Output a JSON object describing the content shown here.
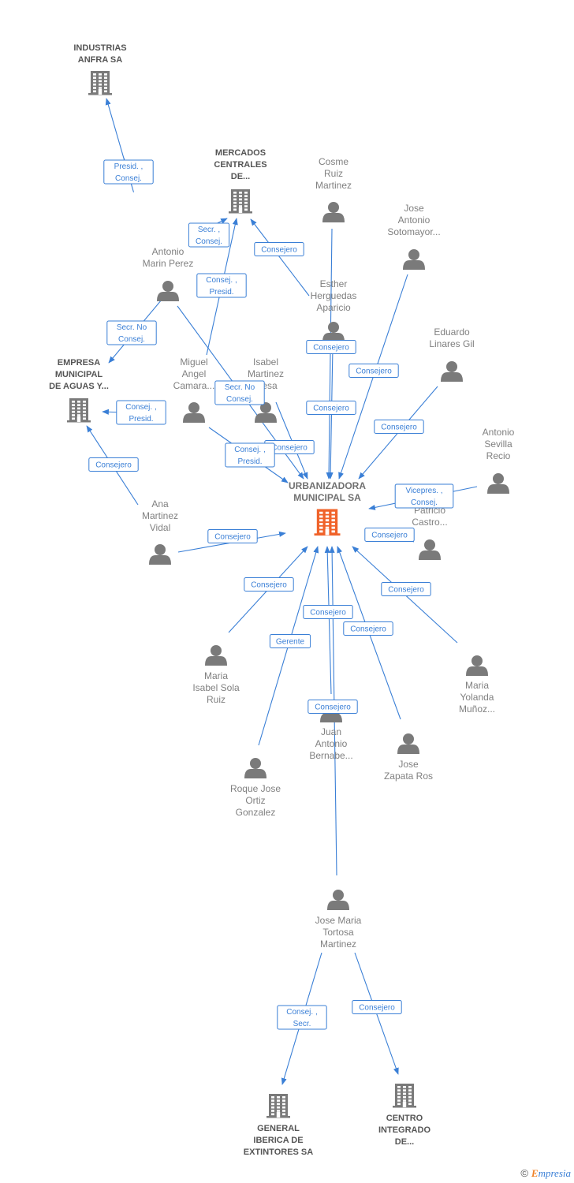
{
  "nodes": [
    {
      "id": "anfra",
      "type": "company",
      "label": [
        "INDUSTRIAS",
        "ANFRA SA"
      ]
    },
    {
      "id": "mercados",
      "type": "company",
      "label": [
        "MERCADOS",
        "CENTRALES",
        "DE..."
      ]
    },
    {
      "id": "empresa_aguas",
      "type": "company",
      "label": [
        "EMPRESA",
        "MUNICIPAL",
        "DE AGUAS Y..."
      ]
    },
    {
      "id": "urbanizadora",
      "type": "main",
      "label": [
        "URBANIZADORA",
        "MUNICIPAL SA"
      ]
    },
    {
      "id": "general_iberica",
      "type": "company",
      "label": [
        "GENERAL",
        "IBERICA DE",
        "EXTINTORES SA"
      ]
    },
    {
      "id": "centro",
      "type": "company",
      "label": [
        "CENTRO",
        "INTEGRADO",
        "DE..."
      ]
    },
    {
      "id": "cosme",
      "type": "person",
      "label": [
        "Cosme",
        "Ruiz",
        "Martinez"
      ]
    },
    {
      "id": "jose_antonio",
      "type": "person",
      "label": [
        "Jose",
        "Antonio",
        "Sotomayor..."
      ]
    },
    {
      "id": "antonio_marin",
      "type": "person",
      "label": [
        "Antonio",
        "Marin Perez"
      ]
    },
    {
      "id": "esther",
      "type": "person",
      "label": [
        "Esther",
        "Herguedas",
        "Aparicio"
      ]
    },
    {
      "id": "eduardo",
      "type": "person",
      "label": [
        "Eduardo",
        "Linares Gil"
      ]
    },
    {
      "id": "miguel",
      "type": "person",
      "label": [
        "Miguel",
        "Angel",
        "Camara..."
      ]
    },
    {
      "id": "isabel",
      "type": "person",
      "label": [
        "Isabel",
        "Martinez",
        "...esa"
      ]
    },
    {
      "id": "antonio_sevilla",
      "type": "person",
      "label": [
        "Antonio",
        "Sevilla",
        "Recio"
      ]
    },
    {
      "id": "patricio",
      "type": "person",
      "label": [
        "Patricio",
        "Castro..."
      ]
    },
    {
      "id": "ana",
      "type": "person",
      "label": [
        "Ana",
        "Martinez",
        "Vidal"
      ]
    },
    {
      "id": "maria_isabel",
      "type": "person",
      "label": [
        "Maria",
        "Isabel Sola",
        "Ruiz"
      ]
    },
    {
      "id": "maria_yolanda",
      "type": "person",
      "label": [
        "Maria",
        "Yolanda",
        "Muñoz..."
      ]
    },
    {
      "id": "juan_antonio",
      "type": "person",
      "label": [
        "Juan",
        "Antonio",
        "Bernabe..."
      ]
    },
    {
      "id": "jose_zapata",
      "type": "person",
      "label": [
        "Jose",
        "Zapata Ros"
      ]
    },
    {
      "id": "roque",
      "type": "person",
      "label": [
        "Roque Jose",
        "Ortiz",
        "Gonzalez"
      ]
    },
    {
      "id": "jose_maria",
      "type": "person",
      "label": [
        "Jose Maria",
        "Tortosa",
        "Martinez"
      ]
    }
  ],
  "edges": [
    {
      "from": "antonio_marin",
      "to": "anfra",
      "relation": [
        "Presid. ,",
        "Consej."
      ]
    },
    {
      "from": "antonio_marin",
      "to": "empresa_aguas",
      "relation": [
        "Secr.  No",
        "Consej."
      ]
    },
    {
      "from": "miguel",
      "to": "mercados",
      "relation": [
        "Consej. ,",
        "Presid."
      ]
    },
    {
      "from": "antonio_marin",
      "to": "mercados",
      "relation": [
        "Secr. ,",
        "Consej."
      ]
    },
    {
      "from": "esther",
      "to": "mercados",
      "relation": [
        "Consejero"
      ]
    },
    {
      "from": "miguel",
      "to": "empresa_aguas",
      "relation": [
        "Consej. ,",
        "Presid."
      ]
    },
    {
      "from": "ana",
      "to": "empresa_aguas",
      "relation": [
        "Consejero"
      ]
    },
    {
      "from": "cosme",
      "to": "urbanizadora",
      "relation": [
        "Consejero"
      ]
    },
    {
      "from": "esther",
      "to": "urbanizadora",
      "relation": [
        "Consejero"
      ]
    },
    {
      "from": "jose_antonio",
      "to": "urbanizadora",
      "relation": [
        "Consejero"
      ]
    },
    {
      "from": "eduardo",
      "to": "urbanizadora",
      "relation": [
        "Consejero"
      ]
    },
    {
      "from": "antonio_marin",
      "to": "urbanizadora",
      "relation": [
        "Secr.  No",
        "Consej."
      ]
    },
    {
      "from": "isabel",
      "to": "urbanizadora",
      "relation": [
        "Consejero"
      ]
    },
    {
      "from": "miguel",
      "to": "urbanizadora",
      "relation": [
        "Consej. ,",
        "Presid."
      ]
    },
    {
      "from": "antonio_sevilla",
      "to": "urbanizadora",
      "relation": [
        "Vicepres. ,",
        "Consej."
      ]
    },
    {
      "from": "patricio",
      "to": "urbanizadora",
      "relation": [
        "Consejero"
      ]
    },
    {
      "from": "ana",
      "to": "urbanizadora",
      "relation": [
        "Consejero"
      ]
    },
    {
      "from": "maria_isabel",
      "to": "urbanizadora",
      "relation": [
        "Consejero"
      ]
    },
    {
      "from": "maria_yolanda",
      "to": "urbanizadora",
      "relation": [
        "Consejero"
      ]
    },
    {
      "from": "roque",
      "to": "urbanizadora",
      "relation": [
        "Gerente"
      ]
    },
    {
      "from": "juan_antonio",
      "to": "urbanizadora",
      "relation": [
        "Consejero"
      ]
    },
    {
      "from": "jose_zapata",
      "to": "urbanizadora",
      "relation": [
        "Consejero"
      ]
    },
    {
      "from": "jose_maria",
      "to": "urbanizadora",
      "relation": [
        "Consejero"
      ]
    },
    {
      "from": "jose_maria",
      "to": "general_iberica",
      "relation": [
        "Consej. ,",
        "Secr."
      ]
    },
    {
      "from": "jose_maria",
      "to": "centro",
      "relation": [
        "Consejero"
      ]
    }
  ],
  "colors": {
    "edge": "#3a7fd6",
    "company_icon": "#7a7a7a",
    "main_icon": "#f0632a",
    "person_icon": "#7a7a7a"
  },
  "footer": {
    "copyright": "©",
    "brand_e": "E",
    "brand_rest": "mpresia"
  }
}
